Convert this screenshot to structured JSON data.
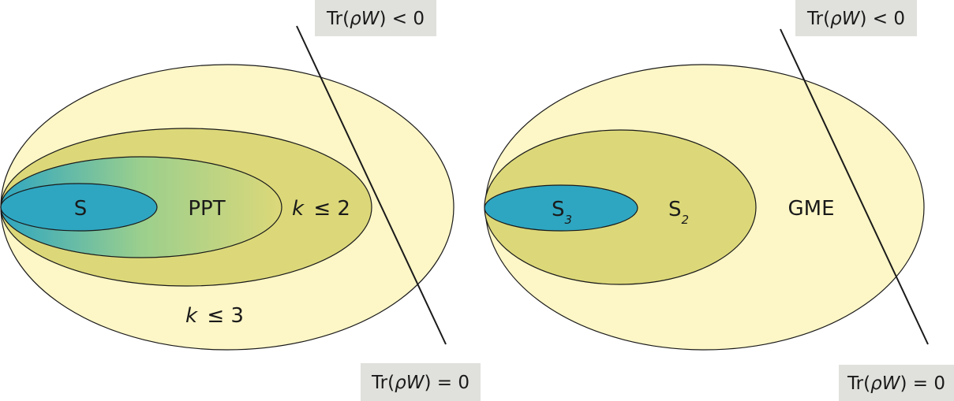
{
  "left_diagram": {
    "labels": {
      "s": "S",
      "ppt": "PPT",
      "k2_var": "k",
      "k2_rest": "≤ 2",
      "k3_var": "k",
      "k3_rest": "≤ 3"
    },
    "witness": {
      "top": {
        "pre": "Tr(",
        "rho": "ρ",
        "w": "W",
        "post": ") < 0"
      },
      "bottom": {
        "pre": "Tr(",
        "rho": "ρ",
        "w": "W",
        "post": ") = 0"
      }
    }
  },
  "right_diagram": {
    "labels": {
      "s3_base": "S",
      "s3_sub": "3",
      "s2_base": "S",
      "s2_sub": "2",
      "gme": "GME"
    },
    "witness": {
      "top": {
        "pre": "Tr(",
        "rho": "ρ",
        "w": "W",
        "post": ") < 0"
      },
      "bottom": {
        "pre": "Tr(",
        "rho": "ρ",
        "w": "W",
        "post": ") = 0"
      }
    }
  },
  "colors": {
    "outer_fill": "#fdf6c6",
    "middle_fill": "#dcd879",
    "inner_fill": "#2ea6c1",
    "gradient_start": "#2ea6c1",
    "gradient_end": "#dcd879",
    "stroke": "#1a1a1a",
    "label_box": "#e0e0dc"
  }
}
